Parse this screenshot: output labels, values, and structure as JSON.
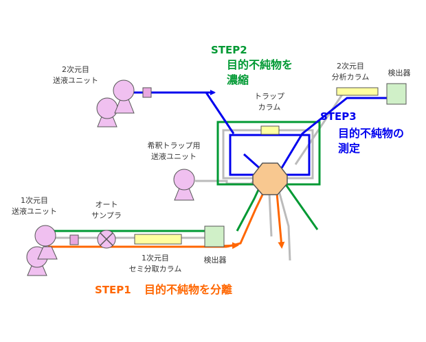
{
  "colors": {
    "step1": "#ff6600",
    "step2": "#009933",
    "step3": "#0000ee",
    "pump_fill": "#f0c0f0",
    "valve_fill": "#f8c890",
    "column_fill": "#ffffa0",
    "detector_fill": "#d0f0c8",
    "gray_line": "#bbbbbb"
  },
  "labels": {
    "pump2_line1": "2次元目",
    "pump2_line2": "送液ユニット",
    "dilution_line1": "希釈トラップ用",
    "dilution_line2": "送液ユニット",
    "pump1_line1": "1次元目",
    "pump1_line2": "送液ユニット",
    "autosampler_line1": "オート",
    "autosampler_line2": "サンプラ",
    "semi_column_line1": "1次元目",
    "semi_column_line2": "セミ分取カラム",
    "detector1": "検出器",
    "trap_line1": "トラップ",
    "trap_line2": "カラム",
    "analytical_line1": "2次元目",
    "analytical_line2": "分析カラム",
    "detector2": "検出器"
  },
  "steps": {
    "step1_label": "STEP1",
    "step1_title": "目的不純物を分離",
    "step2_label": "STEP2",
    "step2_title_line1": "目的不純物を",
    "step2_title_line2": "濃縮",
    "step3_label": "STEP3",
    "step3_title_line1": "目的不純物の",
    "step3_title_line2": "測定"
  }
}
